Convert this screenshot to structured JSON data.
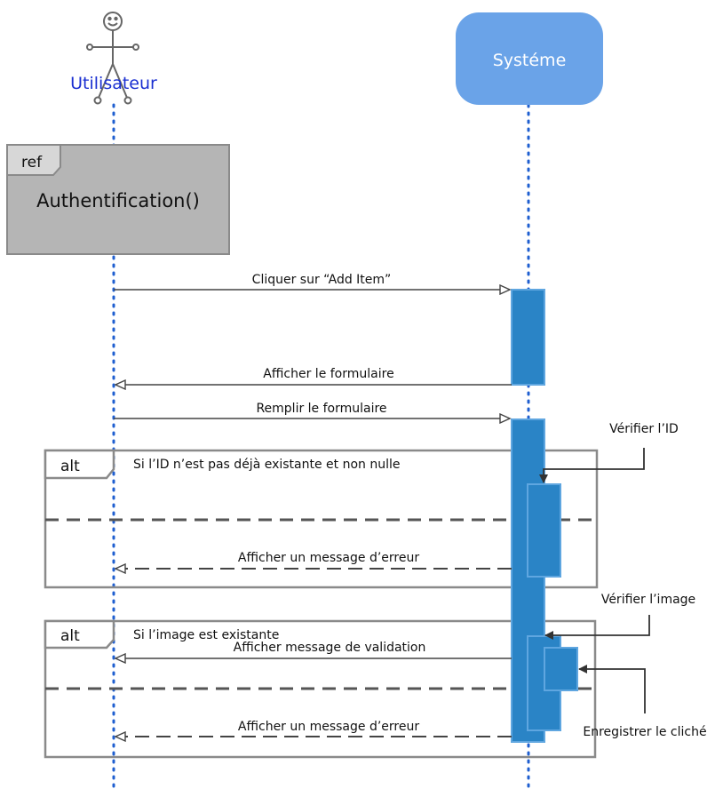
{
  "actor": {
    "label": "Utilisateur"
  },
  "system": {
    "label": "Systéme"
  },
  "ref_frame": {
    "tag": "ref",
    "title": "Authentification()"
  },
  "messages": {
    "add_item": "Cliquer sur “Add Item”",
    "show_form": "Afficher le formulaire",
    "fill_form": "Remplir le formulaire",
    "error_1": "Afficher un message d’erreur",
    "validation": "Afficher message de validation",
    "error_2": "Afficher un message d’erreur"
  },
  "self_calls": {
    "check_id": "Vérifier l’ID",
    "check_image": "Vérifier l’image",
    "save_shot": "Enregistrer le cliché"
  },
  "alt_1": {
    "tag": "alt",
    "condition": "Si l’ID n’est pas déjà existante et non nulle"
  },
  "alt_2": {
    "tag": "alt",
    "condition": "Si l’image est existante"
  },
  "colors": {
    "lifeline": "#1f5fd0",
    "activation": "#2a84c6",
    "activation_border": "#5fa6e0",
    "system_box": "#6aa3e8",
    "frame": "#8a8a8a",
    "ref_fill": "#b5b5b5",
    "actor_text": "#1a2fd1"
  }
}
